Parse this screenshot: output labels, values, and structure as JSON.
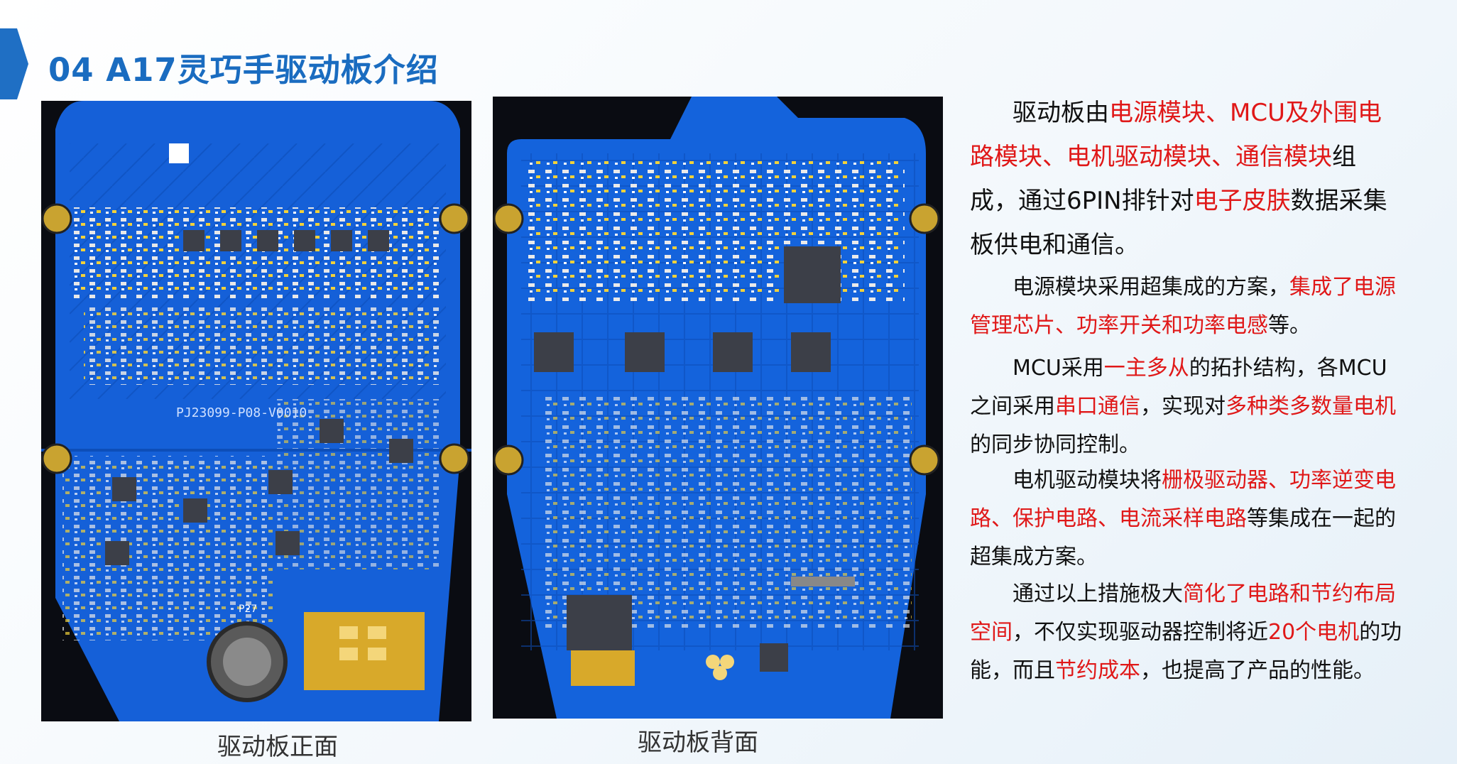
{
  "header": {
    "title": "04 A17灵巧手驱动板介绍"
  },
  "colors": {
    "accent": "#1f6fc4",
    "title": "#1a6cc0",
    "highlight": "#e01818",
    "pcb_blue": "#1560d8",
    "pcb_background": "#0a0c12"
  },
  "images": [
    {
      "label": "驱动板正面",
      "silkscreen": "PJ23099-P08-V0010",
      "connector_label": "P27"
    },
    {
      "label": "驱动板背面"
    }
  ],
  "description": {
    "p1": {
      "a": "驱动板由",
      "b": "电源模块、MCU及外围电路模块、电机驱动模块、通信模块",
      "c": "组成，通过6PIN排针对",
      "d": "电子皮肤",
      "e": "数据采集板供电和通信。"
    },
    "p2": {
      "a": "电源模块采用超集成的方案，",
      "b": "集成了电源管理芯片、功率开关和功率电感",
      "c": "等。"
    },
    "p3": {
      "a": "MCU采用",
      "b": "一主多从",
      "c": "的拓扑结构，各MCU之间采用",
      "d": "串口通信",
      "e": "，实现对",
      "f": "多种类多数量电机",
      "g": "的同步协同控制。"
    },
    "p4": {
      "a": "电机驱动模块将",
      "b": "栅极驱动器、功率逆变电路、保护电路、电流采样电路",
      "c": "等集成在一起的超集成方案。"
    },
    "p5": {
      "a": "通过以上措施极大",
      "b": "简化了电路和节约布局空间",
      "c": "，不仅实现驱动器控制将近",
      "d": "20个电机",
      "e": "的功能，而且",
      "f": "节约成本",
      "g": "，也提高了产品的性能。"
    }
  }
}
